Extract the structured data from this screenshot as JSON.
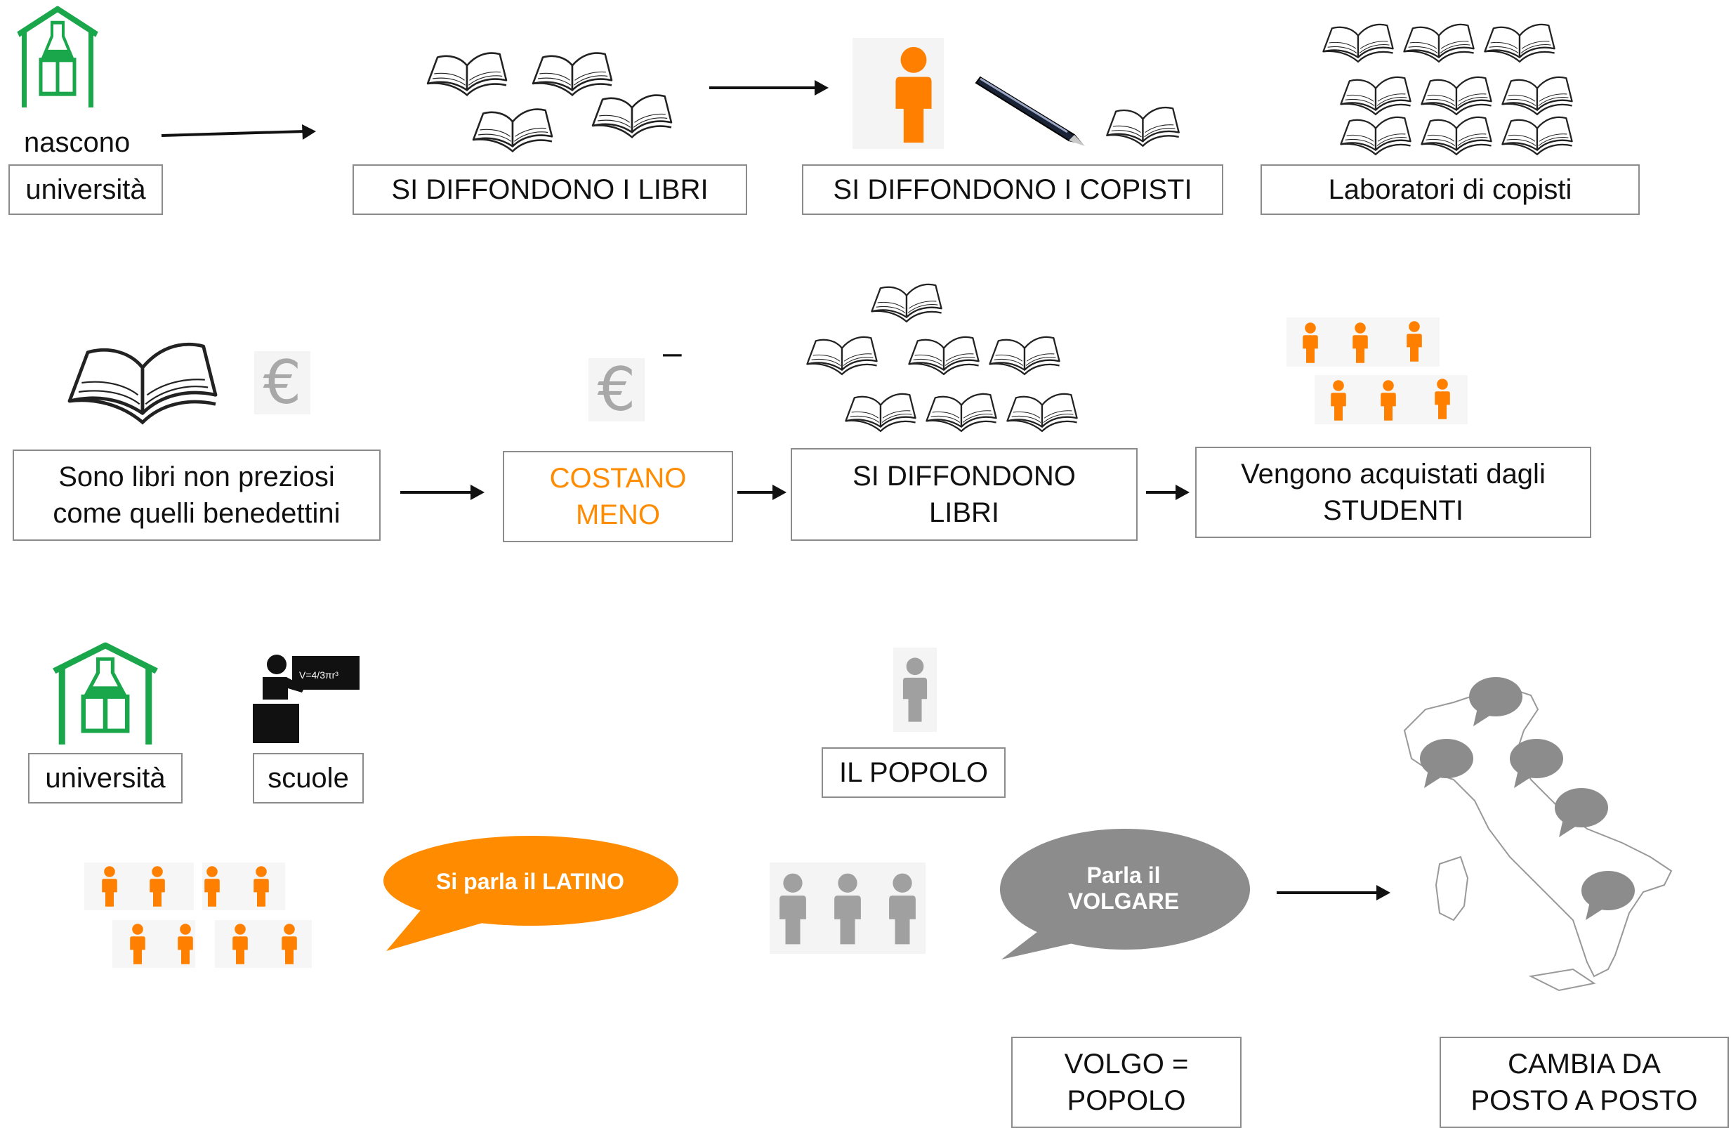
{
  "row1": {
    "nascono": "nascono",
    "universita": "università",
    "libri": "SI DIFFONDONO I LIBRI",
    "copisti": "SI DIFFONDONO I COPISTI",
    "laboratori": "Laboratori di copisti"
  },
  "row2": {
    "non_preziosi": "Sono libri non preziosi come quelli benedettini",
    "costano_1": "COSTANO",
    "costano_2": "MENO",
    "minus": "–",
    "diffondono_1": "SI DIFFONDONO",
    "diffondono_2": "LIBRI",
    "acquistati_1": "Vengono acquistati dagli",
    "acquistati_2": "STUDENTI"
  },
  "row3": {
    "universita": "università",
    "scuole": "scuole",
    "popolo": "IL POPOLO",
    "latino_prefix": "Si parla il ",
    "latino_bold": "LATINO",
    "volgare_1": "Parla il",
    "volgare_2": "VOLGARE",
    "volgo_1": "VOLGO =",
    "volgo_2": "POPOLO",
    "cambia_1": "CAMBIA DA",
    "cambia_2": "POSTO A POSTO",
    "blackboard_formula": "V=4/3πr³"
  },
  "colors": {
    "accent": "#ff8c00",
    "university_green": "#1aa64a",
    "people_gray": "#9e9e9e",
    "border": "#8c8c8c"
  },
  "icons": [
    "university-icon",
    "book-icon",
    "person-icon",
    "pen-icon",
    "euro-icon",
    "teacher-icon",
    "speech-bubble-icon",
    "italy-map-icon",
    "arrow-icon"
  ]
}
